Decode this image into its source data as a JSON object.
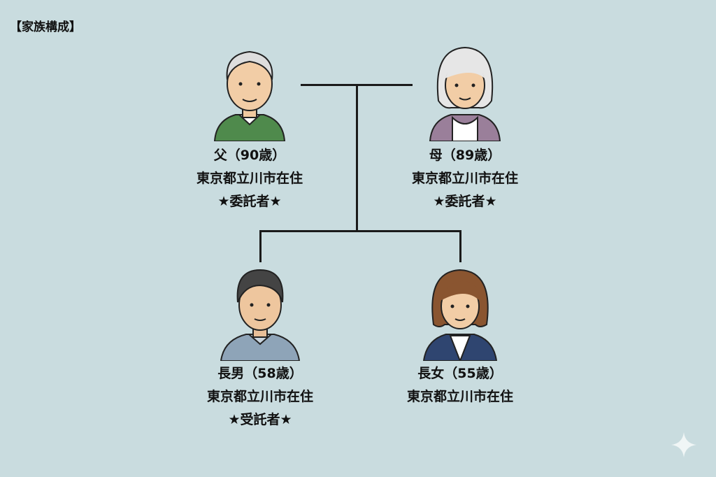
{
  "title": "【家族構成】",
  "people": {
    "father": {
      "name": "父（90歳）",
      "residence": "東京都立川市在住",
      "role": "★委託者★"
    },
    "mother": {
      "name": "母（89歳）",
      "residence": "東京都立川市在住",
      "role": "★委託者★"
    },
    "son": {
      "name": "長男（58歳）",
      "residence": "東京都立川市在住",
      "role": "★受託者★"
    },
    "daughter": {
      "name": "長女（55歳）",
      "residence": "東京都立川市在住"
    }
  },
  "colors": {
    "background": "#c9dcdf",
    "lines": "#1a1a1a"
  }
}
